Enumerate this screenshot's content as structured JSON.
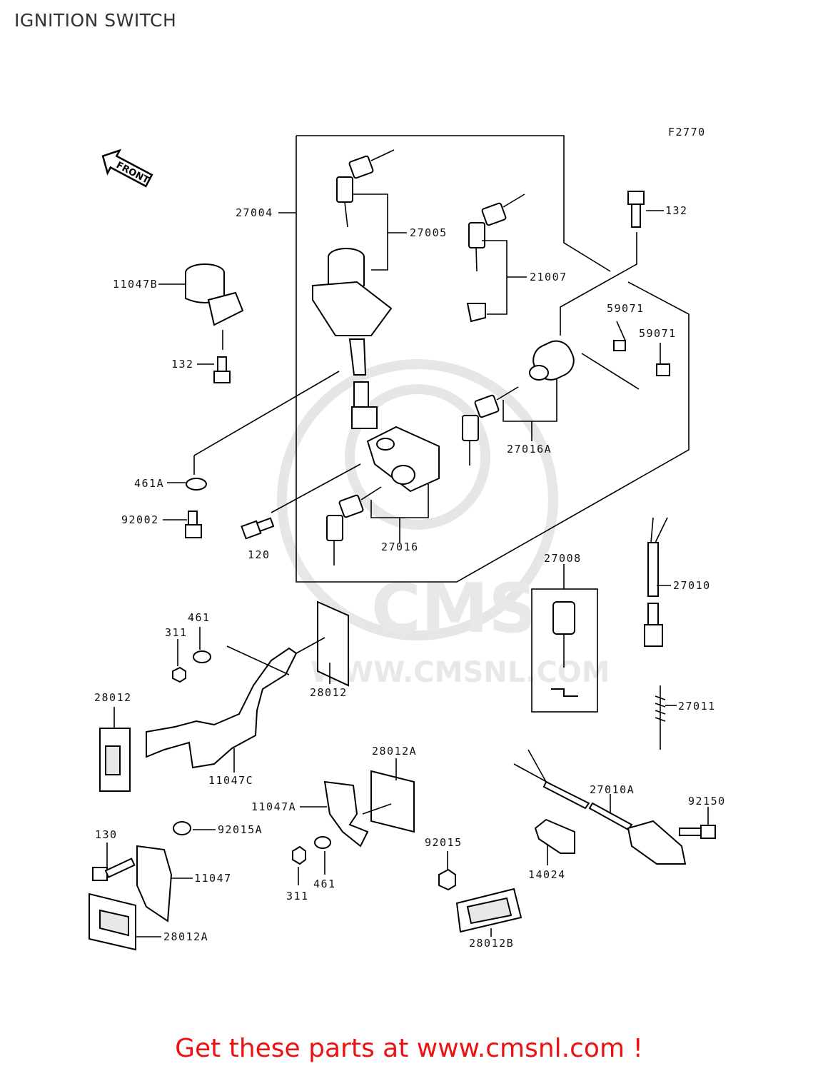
{
  "title": "IGNITION SWITCH",
  "footer": "Get these parts at www.cmsnl.com !",
  "diagram_code": "F2770",
  "front_label": "FRONT",
  "watermark": {
    "brand": "CMS",
    "url": "WWW.CMSNL.COM"
  },
  "parts": {
    "p27004": "27004",
    "p27005": "27005",
    "p21007": "21007",
    "p132_top": "132",
    "p11047B": "11047B",
    "p132_left": "132",
    "p59071_a": "59071",
    "p59071_b": "59071",
    "p27016A": "27016A",
    "p461A": "461A",
    "p92002": "92002",
    "p120": "120",
    "p27016": "27016",
    "p27008": "27008",
    "p27010": "27010",
    "p461": "461",
    "p311": "311",
    "p28012_mid": "28012",
    "p28012_left": "28012",
    "p27011": "27011",
    "p11047C": "11047C",
    "p28012A_mid": "28012A",
    "p27010A": "27010A",
    "p92150": "92150",
    "p11047A": "11047A",
    "p130": "130",
    "p92015A": "92015A",
    "p11047": "11047",
    "p92015": "92015",
    "p14024": "14024",
    "p311_b": "311",
    "p461_b": "461",
    "p28012A_bot": "28012A",
    "p28012B": "28012B"
  }
}
